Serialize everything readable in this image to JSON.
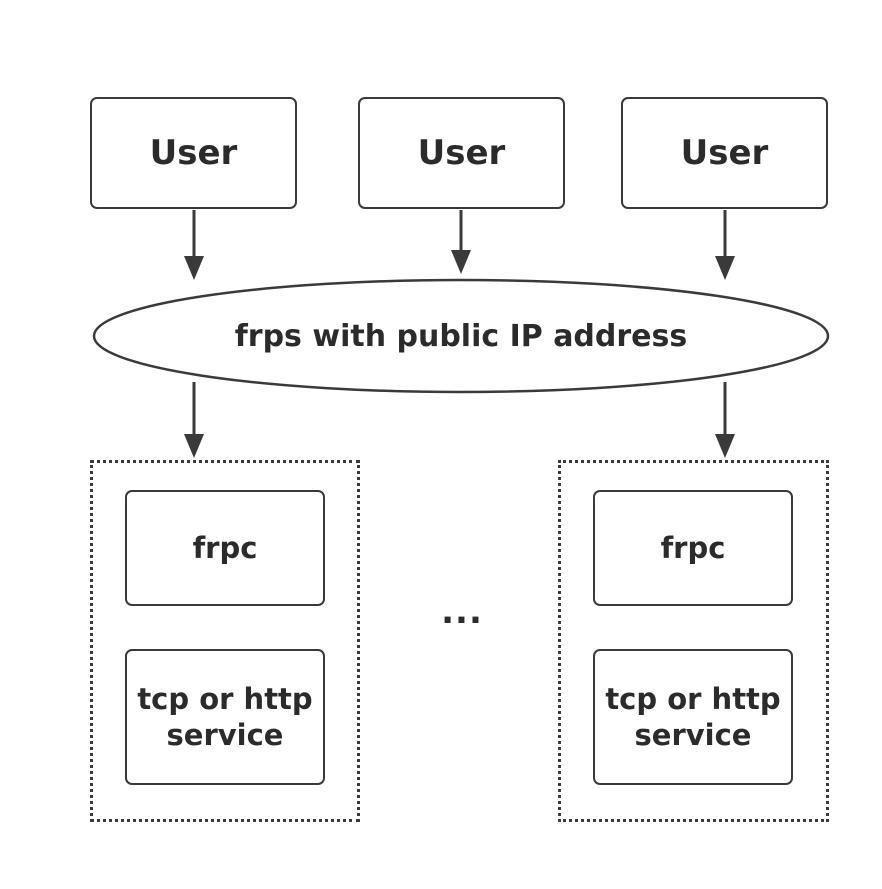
{
  "users": [
    {
      "label": "User"
    },
    {
      "label": "User"
    },
    {
      "label": "User"
    }
  ],
  "server": {
    "label": "frps with public IP address"
  },
  "clients": [
    {
      "frpc_label": "frpc",
      "service_line1": "tcp or http",
      "service_line2": "service"
    },
    {
      "frpc_label": "frpc",
      "service_line1": "tcp or http",
      "service_line2": "service"
    }
  ],
  "ellipsis": "...",
  "colors": {
    "stroke": "#3a3a3a",
    "text": "#2b2b2b",
    "background": "#ffffff"
  }
}
